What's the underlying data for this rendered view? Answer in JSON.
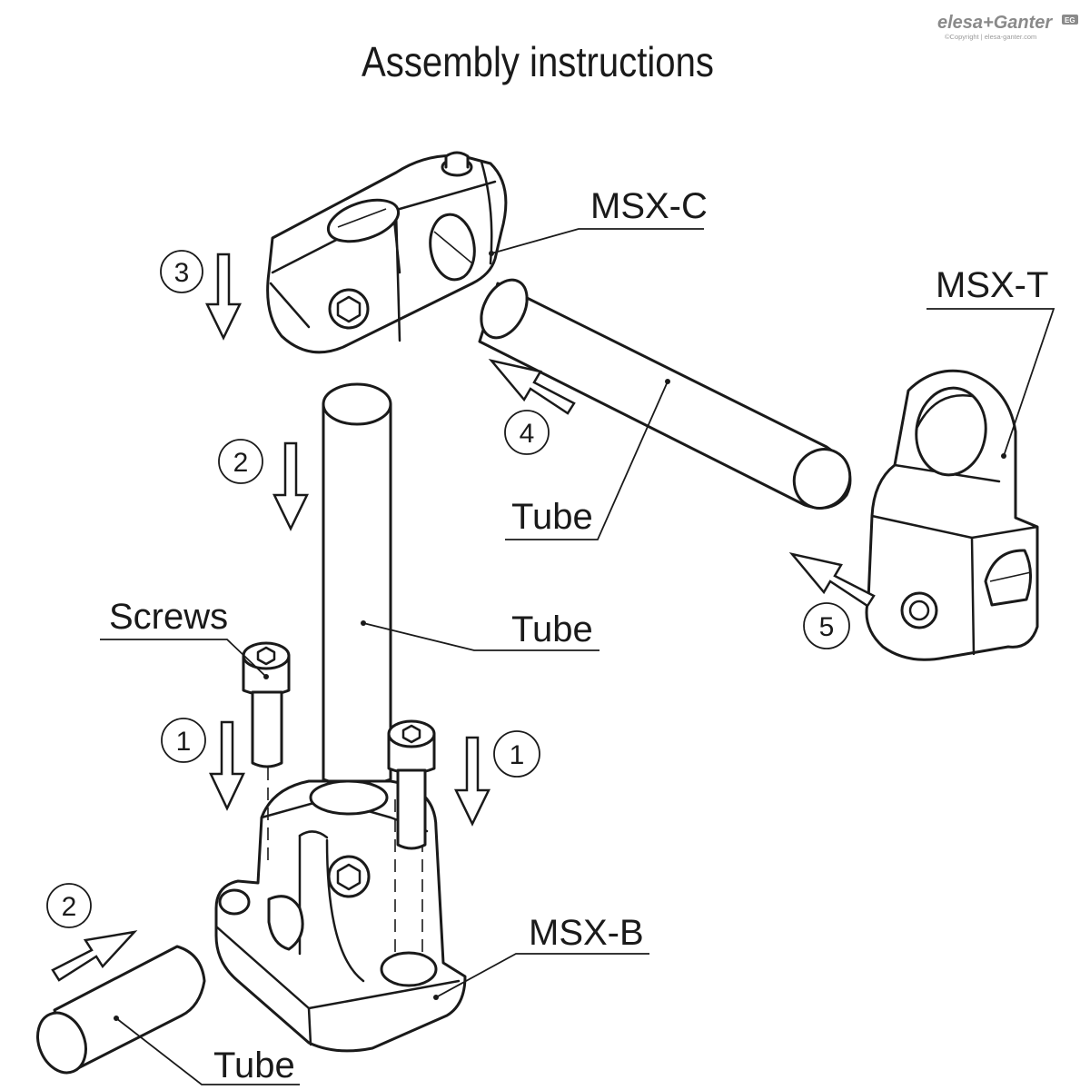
{
  "title": "Assembly instructions",
  "watermark": {
    "brand": "elesa+Ganter",
    "copyright": "©Copyright | elesa-ganter.com",
    "badge": "EG"
  },
  "labels": {
    "msx_c": "MSX-C",
    "msx_t": "MSX-T",
    "msx_b": "MSX-B",
    "screws": "Screws",
    "tube_upper": "Tube",
    "tube_vertical": "Tube",
    "tube_lower": "Tube"
  },
  "steps": {
    "step_3": "3",
    "step_4": "4",
    "step_2_vertical": "2",
    "step_5": "5",
    "step_1_left": "1",
    "step_1_right": "1",
    "step_2_lower": "2"
  }
}
